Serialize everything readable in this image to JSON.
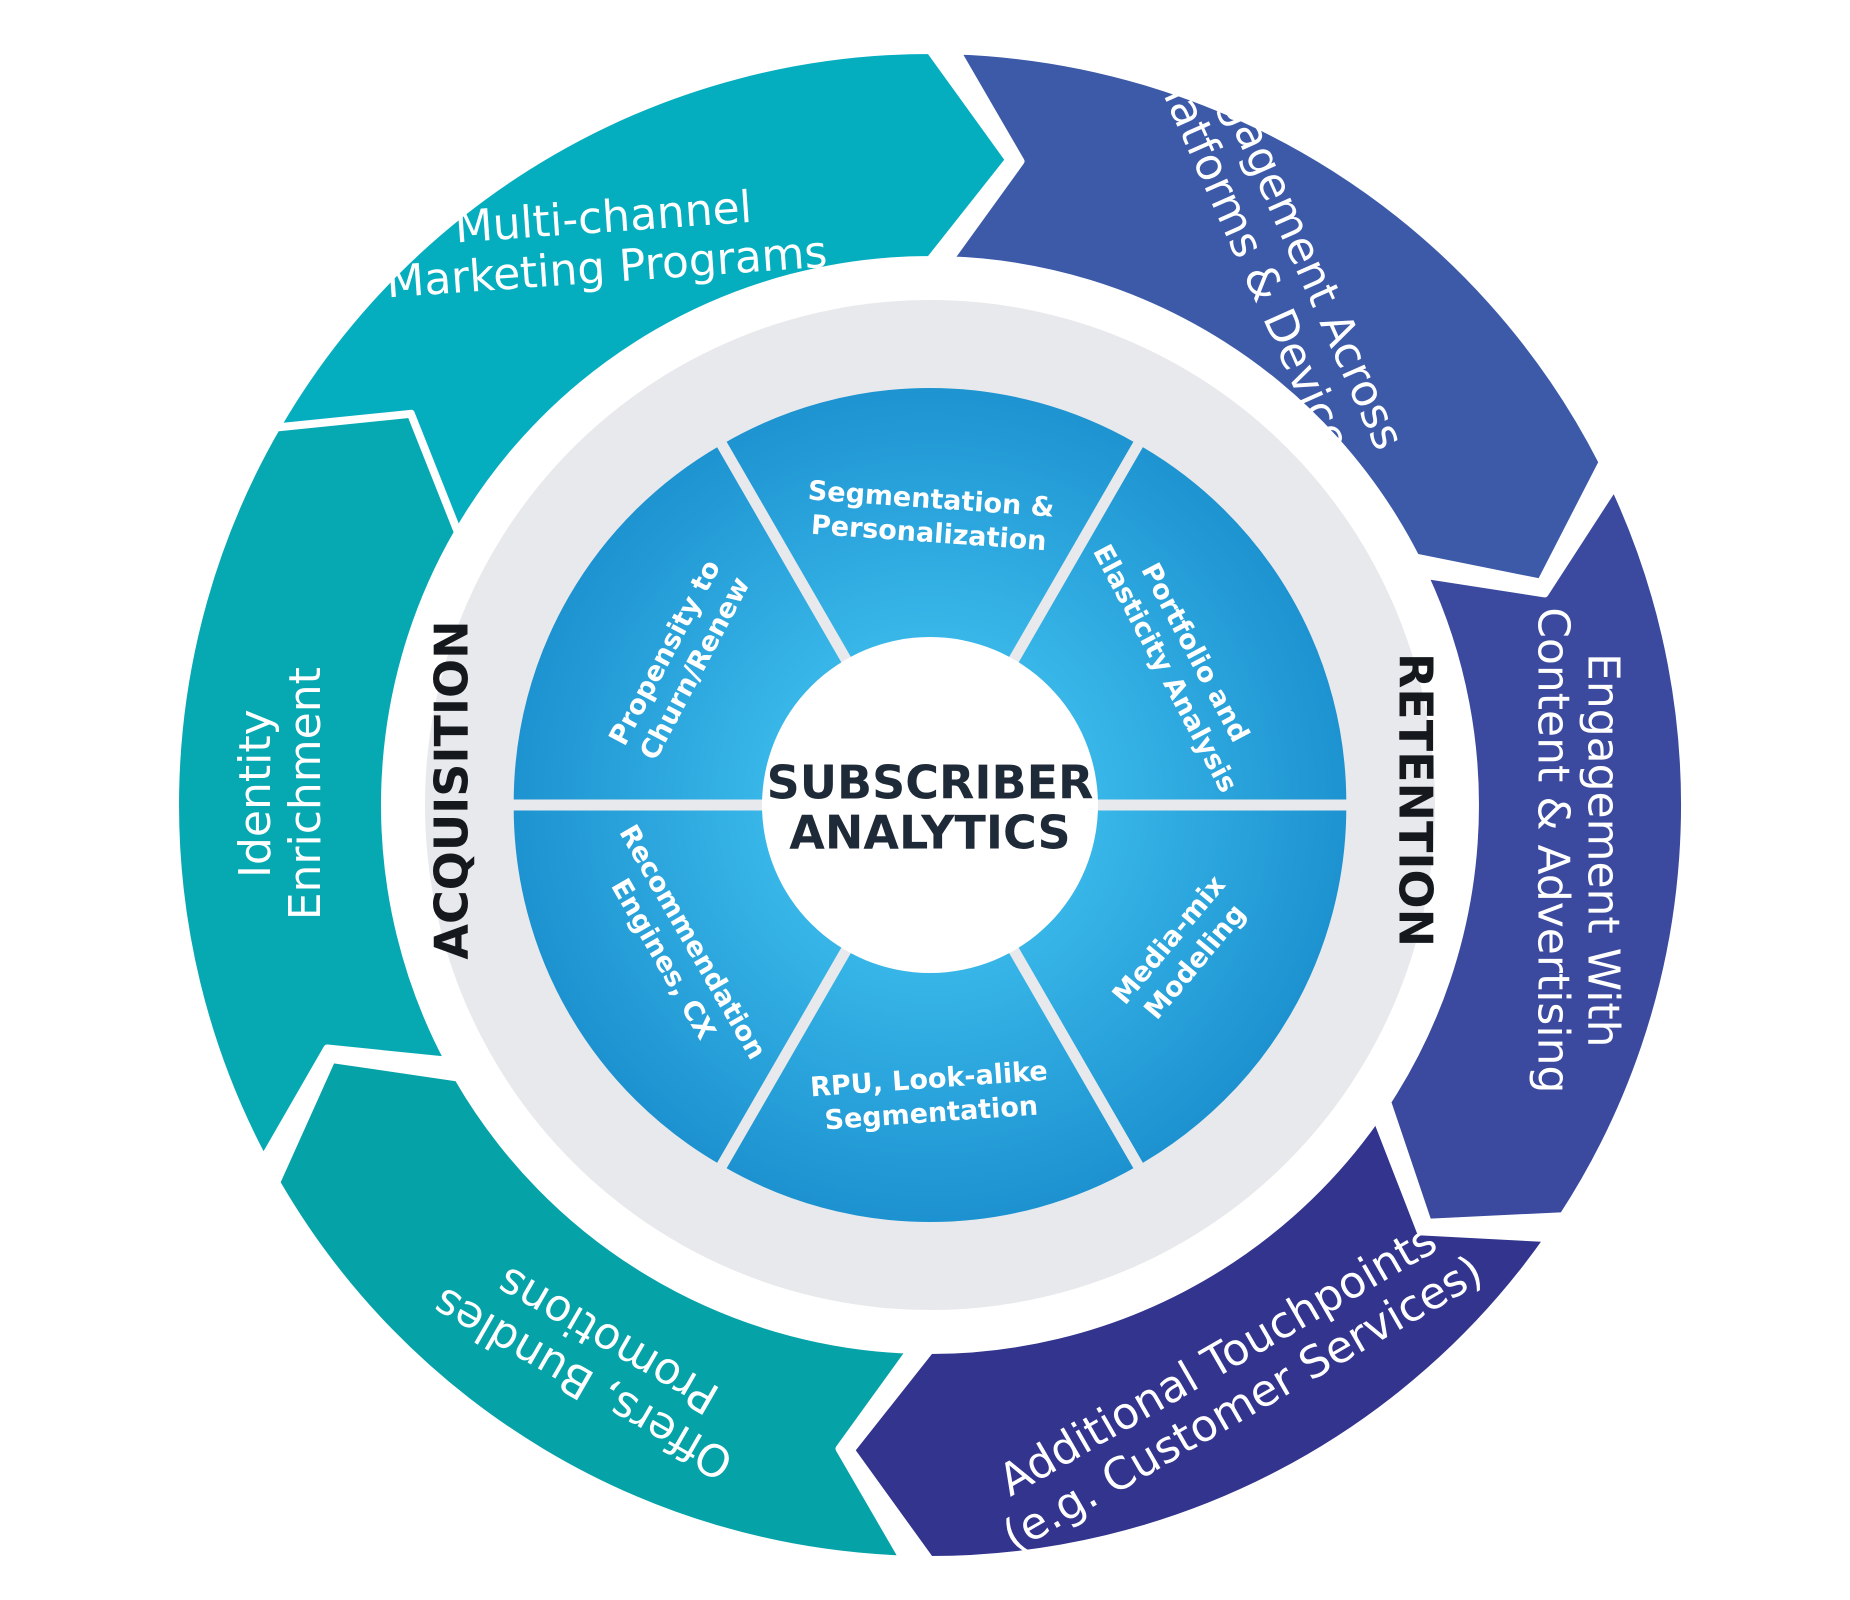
{
  "center": {
    "line1": "SUBSCRIBER",
    "line2": "ANALYTICS"
  },
  "ring_labels": {
    "left": "ACQUISITION",
    "right": "RETENTION"
  },
  "outer_segments": [
    {
      "lines": [
        "Multi-channel",
        "Marketing Programs"
      ],
      "color": "#05aebf"
    },
    {
      "lines": [
        "Engagement Across",
        "Platforms & Devices"
      ],
      "color": "#3d5aa9"
    },
    {
      "lines": [
        "Engagement With",
        "Content & Advertising"
      ],
      "color": "#3b4a9e"
    },
    {
      "lines": [
        "Additional Touchpoints",
        "(e.g. Customer Services)"
      ],
      "color": "#32348e"
    },
    {
      "lines": [
        "Offers, Bundles",
        "Promotions"
      ],
      "color": "#05a2a8"
    },
    {
      "lines": [
        "Identity",
        "Enrichment"
      ],
      "color": "#06a9b2"
    }
  ],
  "inner_segments": [
    {
      "lines": [
        "Segmentation &",
        "Personalization"
      ]
    },
    {
      "lines": [
        "Portfolio and",
        "Elasticity Analysis"
      ]
    },
    {
      "lines": [
        "Media-mix",
        "Modeling"
      ]
    },
    {
      "lines": [
        "RPU, Look-alike",
        "Segmentation"
      ]
    },
    {
      "lines": [
        "Recommendation",
        "Engines, CX"
      ]
    },
    {
      "lines": [
        "Propensity to",
        "Churn/Renew"
      ]
    }
  ],
  "colors": {
    "ring": "#e8e9ec",
    "inner_light": "#35b6e8",
    "inner_dark": "#1c94d2",
    "center_fill": "#ffffff",
    "center_text": "#1f2a38"
  }
}
